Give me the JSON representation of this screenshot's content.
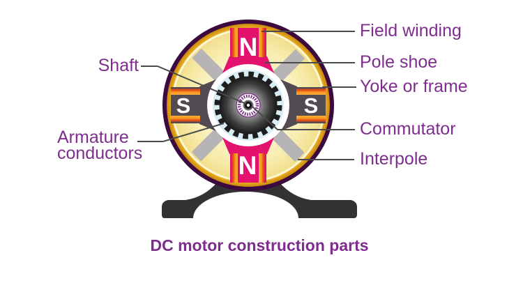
{
  "title": "DC motor construction parts",
  "diagram": {
    "labels": {
      "field_winding": "Field winding",
      "pole_shoe": "Pole shoe",
      "yoke_or_frame": "Yoke or frame",
      "commutator": "Commutator",
      "interpole": "Interpole",
      "shaft": "Shaft",
      "armature_conductors": "Armature\nconductors"
    },
    "pole_letters": {
      "top": "N",
      "bottom": "N",
      "left": "S",
      "right": "S"
    },
    "colors": {
      "label_text": "#7E2D8E",
      "north_pole_magenta": "#E4126F",
      "south_pole_gray": "#524C52",
      "field_winding_orange": "#F7941D",
      "field_winding_edge": "#E04E18",
      "yoke_gold": "#E2A41C",
      "frame_purple": "#3C0A3E",
      "interpole_gray": "#B7B4B7",
      "interior_yellow": "#F6E9A5",
      "armature_tooth_blue": "#D8ECF3",
      "base_dark": "#343134",
      "leader_line": "#4A4A4A"
    }
  }
}
